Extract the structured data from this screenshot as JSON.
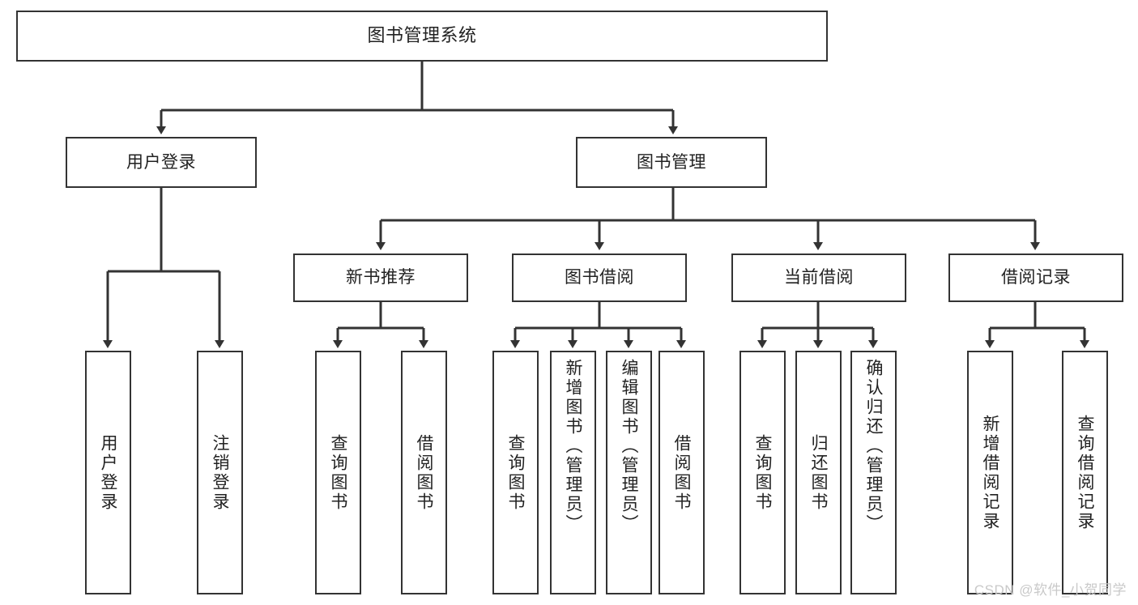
{
  "diagram": {
    "type": "tree",
    "title": "图书管理系统",
    "orientation": "top-down",
    "levels": 4,
    "colors": {
      "box_border": "#333333",
      "box_fill": "#ffffff",
      "edge": "#333333",
      "text": "#222222",
      "watermark": "#c9c9c9",
      "background": "#ffffff"
    },
    "root": {
      "label": "图书管理系统"
    },
    "level2": [
      {
        "label": "用户登录"
      },
      {
        "label": "图书管理"
      }
    ],
    "level3": [
      {
        "label": "新书推荐"
      },
      {
        "label": "图书借阅"
      },
      {
        "label": "当前借阅"
      },
      {
        "label": "借阅记录"
      }
    ],
    "leaves": {
      "user_login": [
        {
          "label": "用户登录"
        },
        {
          "label": "注销登录"
        }
      ],
      "new_book_recommend": [
        {
          "label": "查询图书"
        },
        {
          "label": "借阅图书"
        }
      ],
      "book_borrow": [
        {
          "label": "查询图书"
        },
        {
          "label": "新增图书（管理员）"
        },
        {
          "label": "编辑图书（管理员）"
        },
        {
          "label": "借阅图书"
        }
      ],
      "current_borrow": [
        {
          "label": "查询图书"
        },
        {
          "label": "归还图书"
        },
        {
          "label": "确认归还（管理员）"
        }
      ],
      "borrow_record": [
        {
          "label": "新增借阅记录"
        },
        {
          "label": "查询借阅记录"
        }
      ]
    }
  },
  "watermark": {
    "text": "CSDN @软件_小贺同学"
  }
}
